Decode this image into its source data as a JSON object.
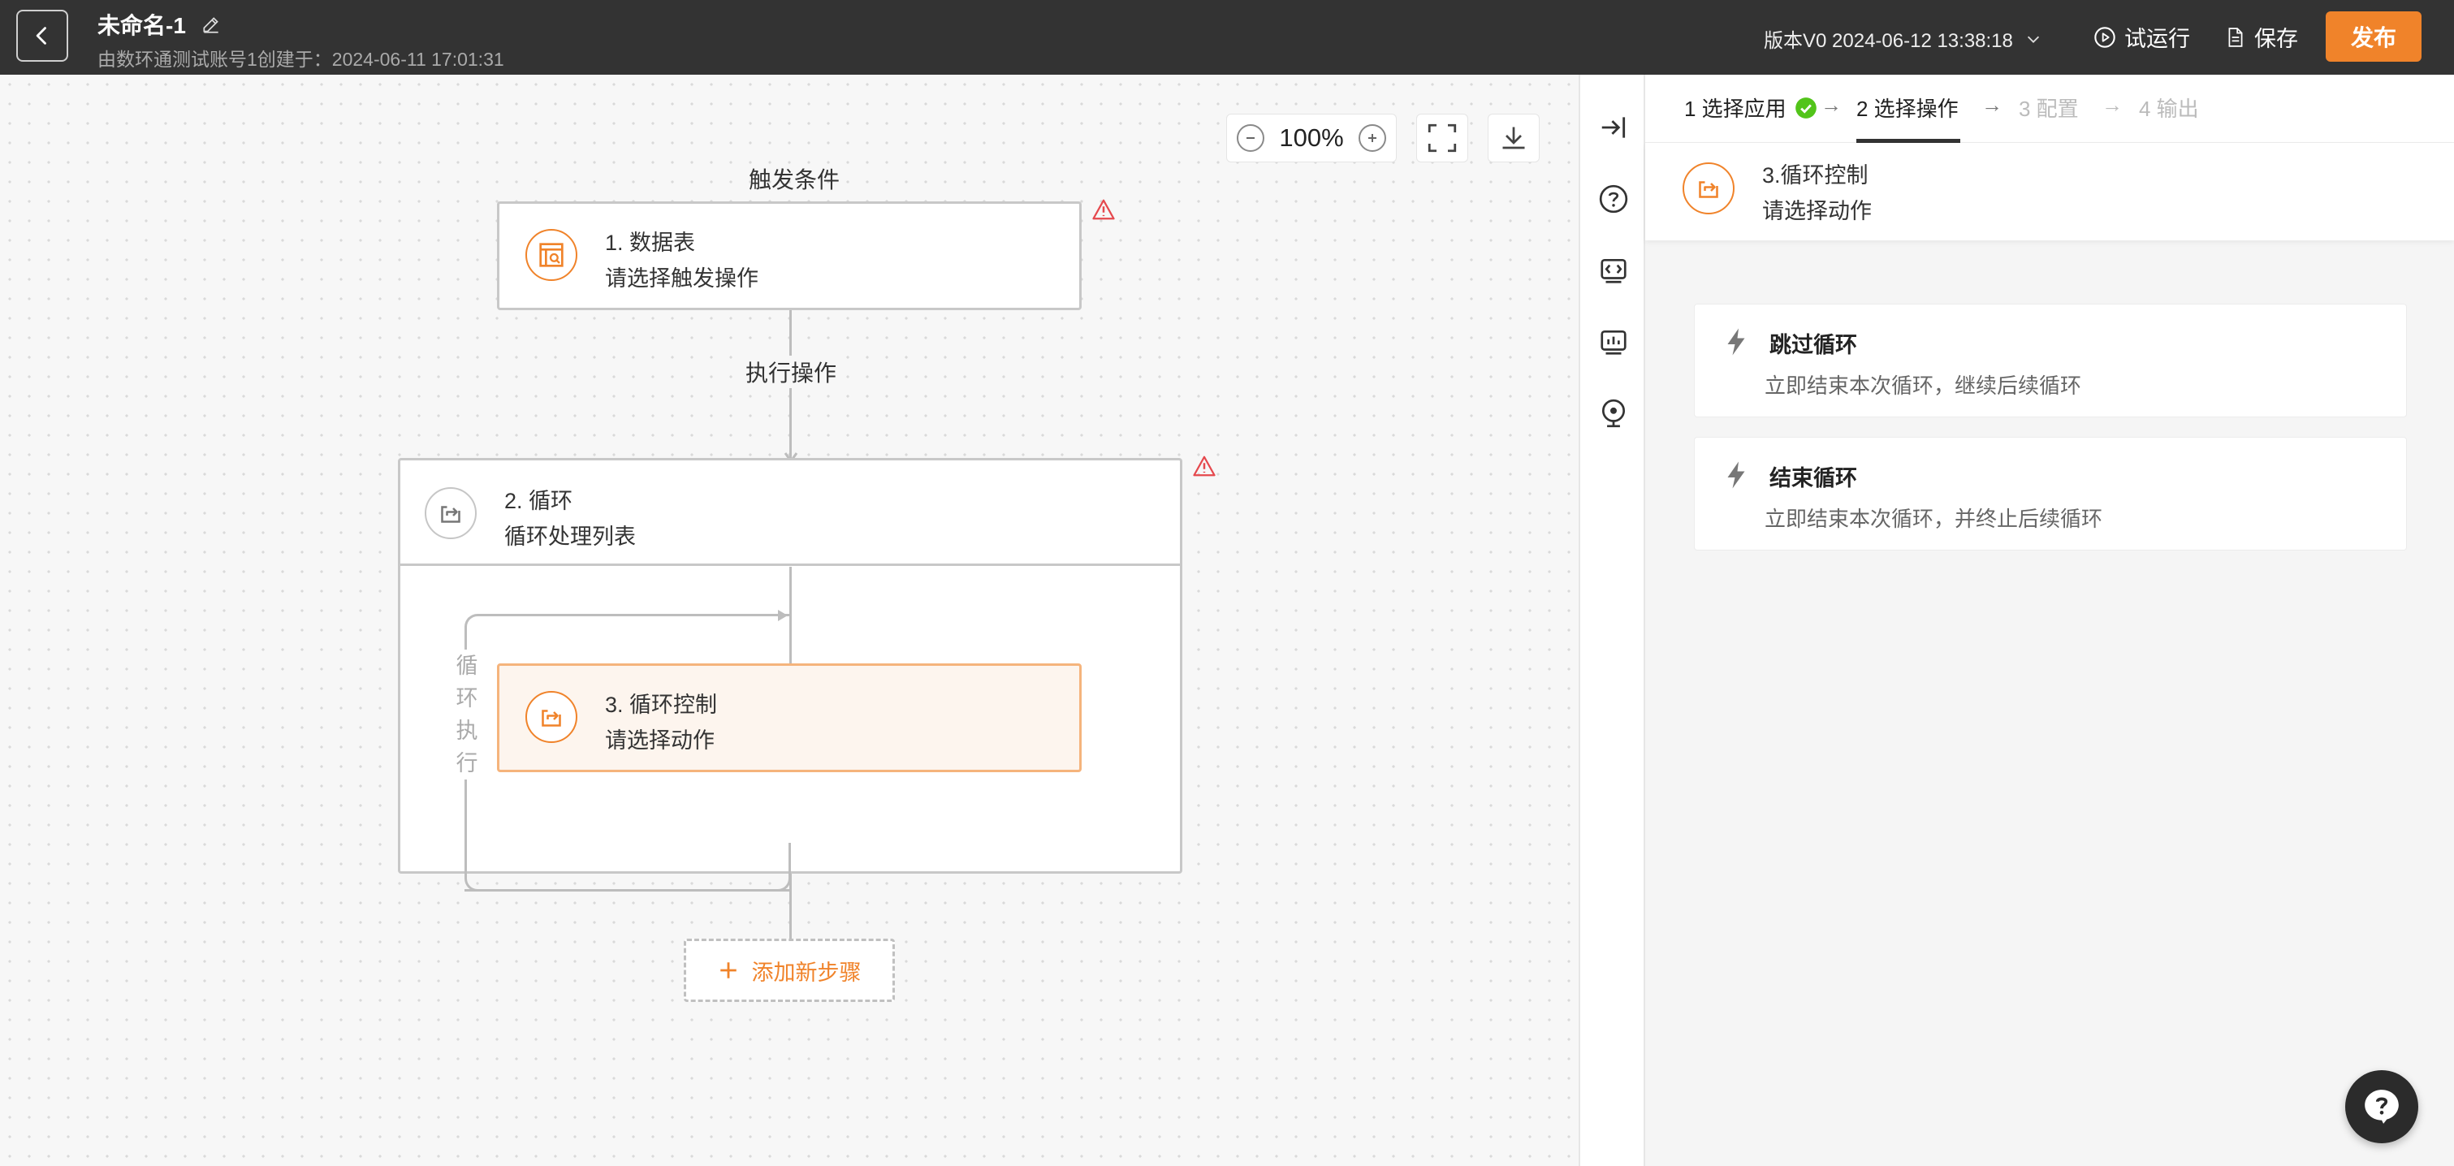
{
  "header": {
    "title": "未命名-1",
    "subtitle": "由数环通测试账号1创建于：2024-06-11 17:01:31",
    "version": "版本V0 2024-06-12 13:38:18",
    "test_run": "试运行",
    "save": "保存",
    "publish": "发布"
  },
  "canvas": {
    "zoom": "100%",
    "trigger_label": "触发条件",
    "action_label": "执行操作",
    "loop_side_label": [
      "循",
      "环",
      "执",
      "行"
    ],
    "nodes": [
      {
        "title": "1. 数据表",
        "subtitle": "请选择触发操作",
        "icon": "table-icon"
      },
      {
        "title": "2. 循环",
        "subtitle": "循环处理列表",
        "icon": "loop-icon"
      },
      {
        "title": "3. 循环控制",
        "subtitle": "请选择动作",
        "icon": "loop-control-icon"
      }
    ],
    "add_step": "添加新步骤"
  },
  "panel": {
    "steps": [
      {
        "label": "1 选择应用",
        "state": "done"
      },
      {
        "label": "2 选择操作",
        "state": "active"
      },
      {
        "label": "3 配置",
        "state": "disabled"
      },
      {
        "label": "4 输出",
        "state": "disabled"
      }
    ],
    "header": {
      "title": "3.循环控制",
      "subtitle": "请选择动作"
    },
    "options": [
      {
        "title": "跳过循环",
        "desc": "立即结束本次循环，继续后续循环"
      },
      {
        "title": "结束循环",
        "desc": "立即结束本次循环，并终止后续循环"
      }
    ]
  },
  "colors": {
    "accent": "#f0832a",
    "topbar": "#333333",
    "success": "#52c41a",
    "warning": "#e5484d"
  }
}
